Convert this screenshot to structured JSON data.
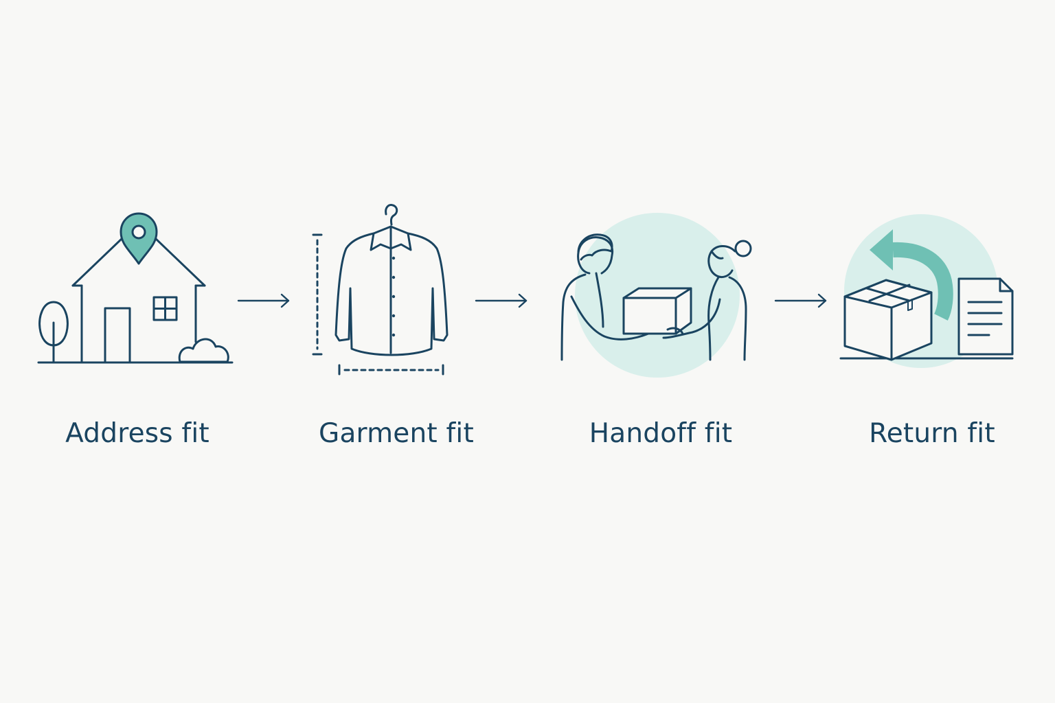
{
  "colors": {
    "background": "#f8f8f6",
    "stroke": "#1a4460",
    "accent": "#6fc0b4",
    "accent_soft": "#d9efeb"
  },
  "steps": [
    {
      "label": "Address fit",
      "icon": "house-location-pin-icon"
    },
    {
      "label": "Garment fit",
      "icon": "shirt-hanger-measure-icon"
    },
    {
      "label": "Handoff fit",
      "icon": "package-handoff-icon"
    },
    {
      "label": "Return fit",
      "icon": "package-return-document-icon"
    }
  ],
  "connectors": [
    {
      "icon": "arrow-right-icon"
    },
    {
      "icon": "arrow-right-icon"
    },
    {
      "icon": "arrow-right-icon"
    }
  ]
}
